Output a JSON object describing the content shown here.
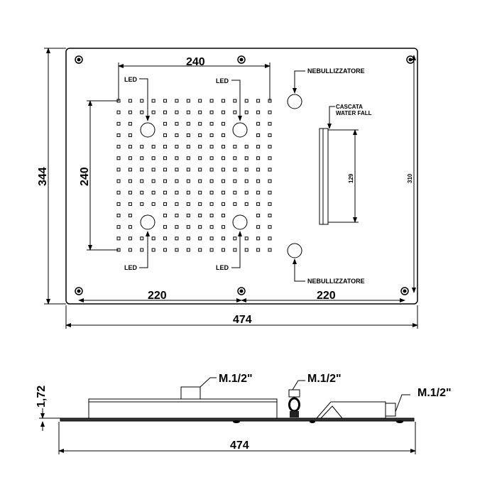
{
  "top_view": {
    "width_label": "474",
    "height_label": "344",
    "grid_width_label": "240",
    "grid_height_label": "240",
    "hole_spacing_left": "220",
    "hole_spacing_right": "220",
    "inner_height_label": "310",
    "cascade_length_label": "129",
    "led_labels": [
      "LED",
      "LED",
      "LED",
      "LED"
    ],
    "nebulizer_top": "NEBULLIZZATORE",
    "nebulizer_bottom": "NEBULLIZZATORE",
    "cascade_label_1": "CASCATA",
    "cascade_label_2": "WATER FALL"
  },
  "side_view": {
    "thickness_label": "1,72",
    "width_label": "474",
    "connections": [
      "M.1/2\"",
      "M.1/2\"",
      "M.1/2\""
    ]
  },
  "colors": {
    "line": "#000000",
    "background": "#ffffff"
  }
}
